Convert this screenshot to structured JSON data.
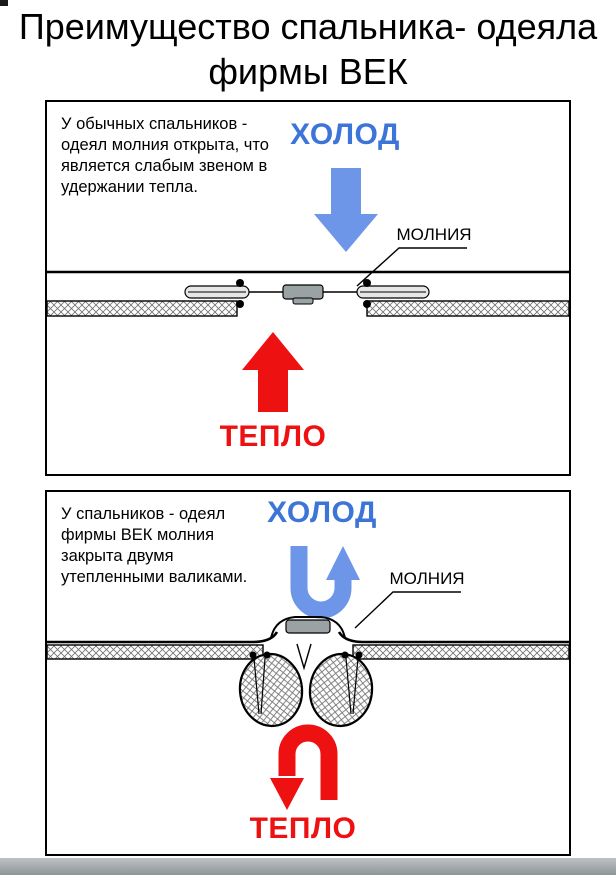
{
  "title": {
    "line1": "Преимущество спальника- одеяла",
    "line2": "фирмы ВЕК"
  },
  "colors": {
    "cold_text": "#3d74d8",
    "cold_arrow": "#6e96e8",
    "warm_arrow": "#ee1111",
    "slider_gray": "#9aa2a4"
  },
  "panel_ordinary": {
    "description": "У обычных спальников - одеял молния открыта, что является слабым звеном в удержании тепла.",
    "cold_label": "ХОЛОД",
    "zipper_label": "МОЛНИЯ",
    "warm_label": "ТЕПЛО"
  },
  "panel_vek": {
    "description": "У спальников - одеял фирмы ВЕК молния закрыта двумя утепленными валиками.",
    "cold_label": "ХОЛОД",
    "zipper_label": "МОЛНИЯ",
    "warm_label": "ТЕПЛО"
  }
}
